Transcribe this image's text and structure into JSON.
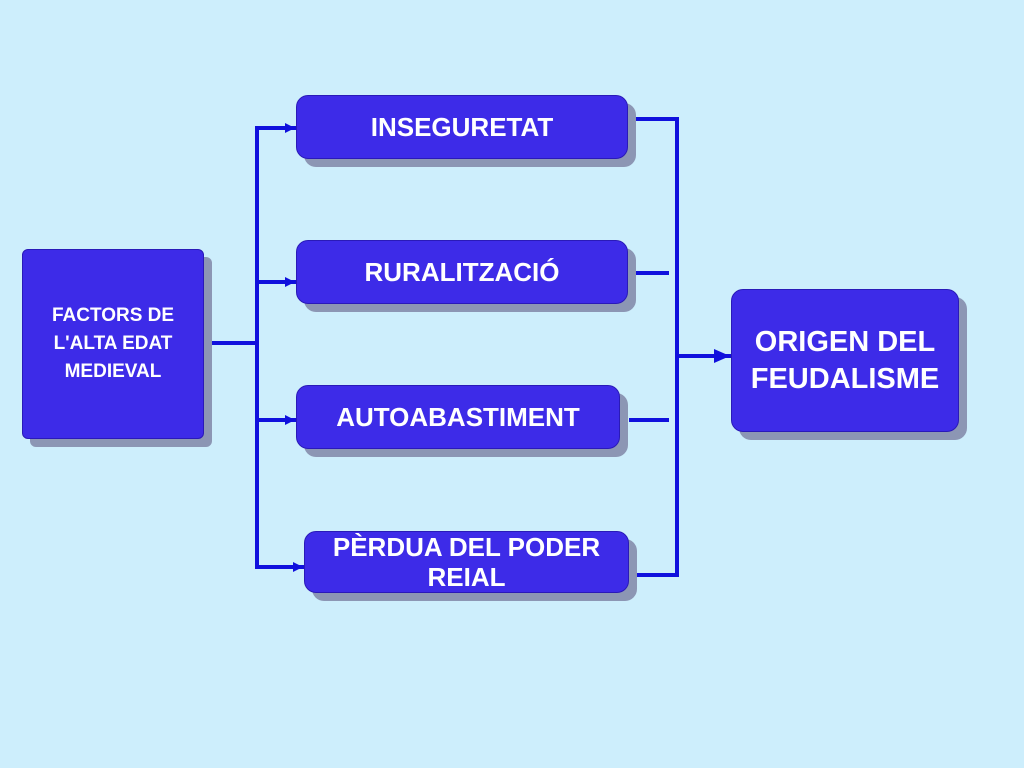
{
  "diagram": {
    "source": {
      "lines": [
        "FACTORS DE",
        "L'ALTA EDAT",
        "MEDIEVAL"
      ]
    },
    "factors": [
      {
        "lines": [
          "INSEGURETAT"
        ]
      },
      {
        "lines": [
          "RURALITZACIÓ"
        ]
      },
      {
        "lines": [
          "AUTOABASTIMENT"
        ]
      },
      {
        "lines": [
          "PÈRDUA DEL PODER",
          "REIAL"
        ]
      }
    ],
    "target": {
      "lines": [
        "ORIGEN DEL",
        "FEUDALISME"
      ]
    },
    "colors": {
      "background": "#cdeefc",
      "node_fill": "#3d2be8",
      "node_text": "#ffffff",
      "node_shadow": "#8c96b4",
      "connector": "#1010dd"
    }
  }
}
